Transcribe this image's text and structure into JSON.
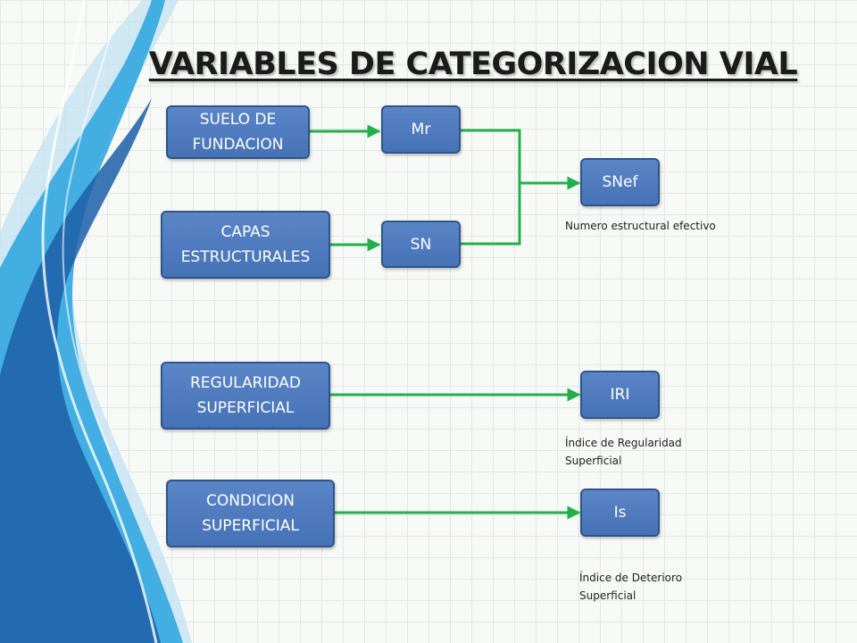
{
  "title": "VARIABLES DE CATEGORIZACION VIAL",
  "boxes": {
    "suelo": "SUELO DE\nFUNDACION",
    "capas": "CAPAS\nESTRUCTURALES",
    "regularidad": "REGULARIDAD\nSUPERFICIAL",
    "condicion": "CONDICION\nSUPERFICIAL",
    "mr": "Mr",
    "sn": "SN",
    "snef": "SNef",
    "iri": "IRI",
    "is": "Is"
  },
  "captions": {
    "snef": "Numero estructural efectivo",
    "iri": "Índice de Regularidad\nSuperficial",
    "is": "Índice de Deterioro\nSuperficial"
  },
  "colors": {
    "box_fill": "#4f7cc0",
    "box_border": "#2f5489",
    "arrow": "#22b04b"
  }
}
